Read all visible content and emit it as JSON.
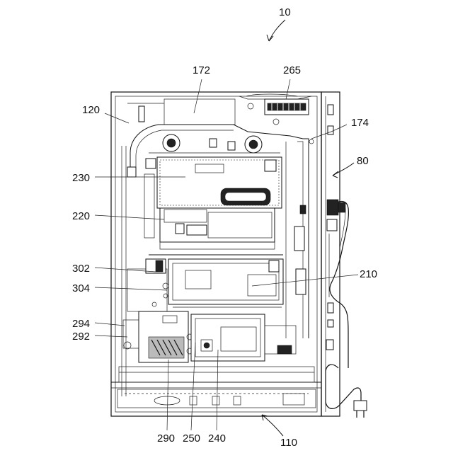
{
  "figure": {
    "labels": [
      {
        "id": "10",
        "text": "10"
      },
      {
        "id": "172",
        "text": "172"
      },
      {
        "id": "265",
        "text": "265"
      },
      {
        "id": "120",
        "text": "120"
      },
      {
        "id": "174",
        "text": "174"
      },
      {
        "id": "80",
        "text": "80"
      },
      {
        "id": "230",
        "text": "230"
      },
      {
        "id": "220",
        "text": "220"
      },
      {
        "id": "302",
        "text": "302"
      },
      {
        "id": "210",
        "text": "210"
      },
      {
        "id": "304",
        "text": "304"
      },
      {
        "id": "294",
        "text": "294"
      },
      {
        "id": "292",
        "text": "292"
      },
      {
        "id": "290",
        "text": "290"
      },
      {
        "id": "250",
        "text": "250"
      },
      {
        "id": "240",
        "text": "240"
      },
      {
        "id": "110",
        "text": "110"
      }
    ]
  }
}
